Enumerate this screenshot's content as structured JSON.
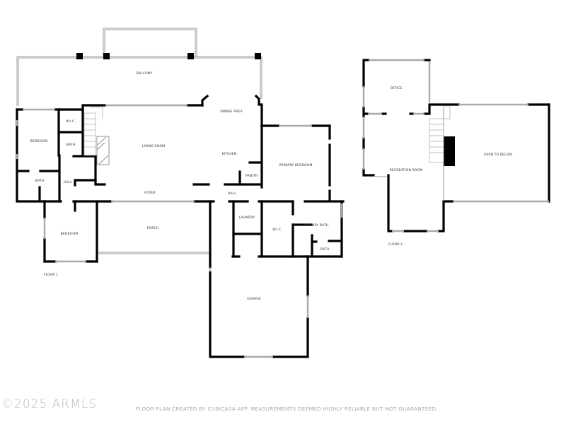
{
  "floor1": {
    "label": "FLOOR 1",
    "rooms": {
      "balcony": "BALCONY",
      "dining_area": "DINING AREA",
      "wic_left": "W.I.C.",
      "bedroom_left": "BEDROOM",
      "bath_upper": "BATH",
      "living_room": "LIVING ROOM",
      "kitchen": "KITCHEN",
      "pantry": "PANTRY",
      "primary_bedroom": "PRIMARY BEDROOM",
      "bath_lower": "BATH",
      "hall_left": "HALL",
      "foyer": "FOYER",
      "hall_right": "HALL",
      "laundry": "LAUNDRY",
      "wic_primary": "W.I.C.",
      "primary_bath": "PRIMARY BATH",
      "bath_primary": "BATH",
      "bedroom_front": "BEDROOM",
      "porch": "PORCH",
      "garage": "GARAGE"
    }
  },
  "floor2": {
    "label": "FLOOR 2",
    "rooms": {
      "office": "OFFICE",
      "recreation_room": "RECREATION ROOM",
      "open_to_below": "OPEN TO BELOW"
    }
  },
  "watermark": "©2025 ARMLS",
  "footer": "FLOOR PLAN CREATED BY CUBICASA APP. MEASUREMENTS DEEMED HIGHLY RELIABLE BUT NOT GUARANTEED."
}
